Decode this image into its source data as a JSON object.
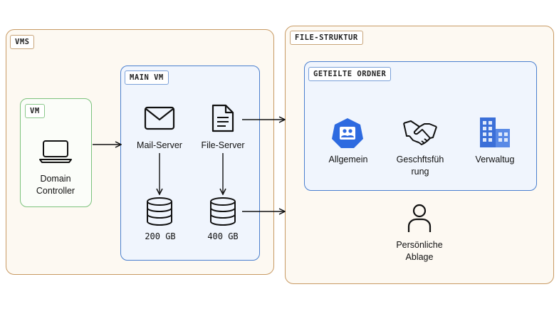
{
  "containers": {
    "vms": "VMS",
    "file_struktur": "FILE-STRUKTUR",
    "vm": "VM",
    "main_vm": "MAIN VM",
    "geteilte_ordner": "GETEILTE ORDNER"
  },
  "nodes": {
    "domain_controller": "Domain\nController",
    "mail_server": "Mail-Server",
    "file_server": "File-Server",
    "disk_200": "200 GB",
    "disk_400": "400 GB",
    "allgemein": "Allgemein",
    "geschaeftsfuehrung": "Geschftsführung",
    "verwaltung": "Verwaltug",
    "persoenliche_ablage": "Persönliche\nAblage"
  },
  "icons": {
    "domain_controller": "laptop-icon",
    "mail_server": "envelope-icon",
    "file_server": "document-icon",
    "disk_200": "database-icon",
    "disk_400": "database-icon",
    "allgemein": "group-icon",
    "geschaeftsfuehrung": "handshake-icon",
    "verwaltung": "building-icon",
    "persoenliche_ablage": "user-icon"
  },
  "edges": [
    {
      "from": "domain_controller",
      "to": "main_vm"
    },
    {
      "from": "mail_server",
      "to": "disk_200"
    },
    {
      "from": "file_server",
      "to": "disk_400"
    },
    {
      "from": "file_server",
      "to": "file_struktur"
    },
    {
      "from": "disk_400",
      "to": "file_struktur"
    }
  ],
  "colors": {
    "orange_border": "#c89a63",
    "blue_border": "#4a7fcf",
    "green_border": "#7cc27c",
    "accent_blue": "#2d6ae0"
  }
}
